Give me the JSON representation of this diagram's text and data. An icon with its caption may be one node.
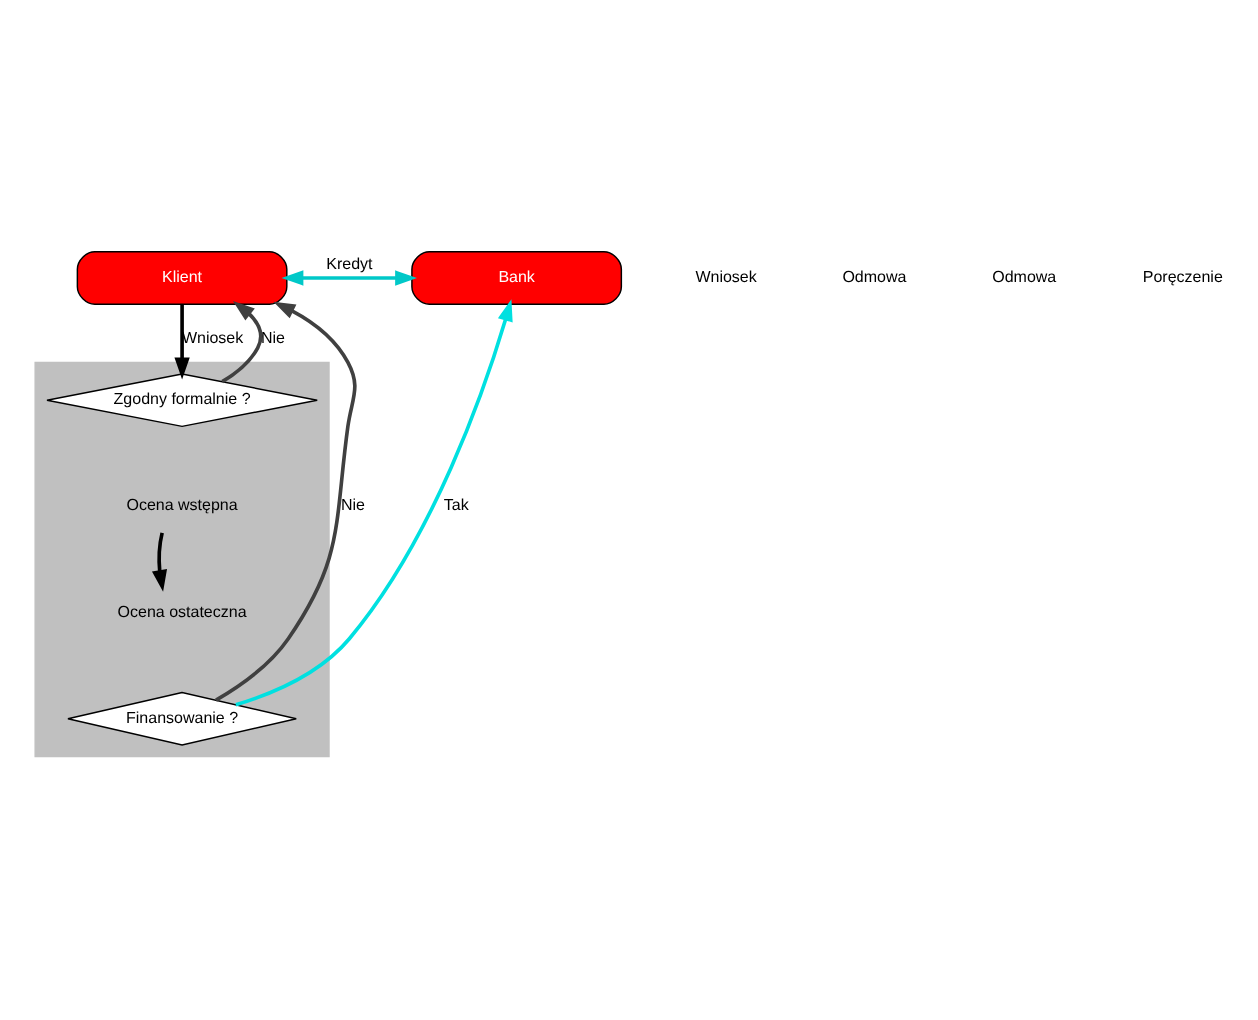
{
  "diagram": {
    "nodes": [
      {
        "text": [
          "Klient"
        ]
      },
      {
        "text": [
          "Bank"
        ]
      },
      {
        "text": [],
        "shape": "box"
      },
      {
        "text": [
          "Zgodny formalnie ?"
        ],
        "in": 2
      },
      {
        "text": [
          "Ocena wstępna"
        ],
        "in": 2
      },
      {
        "text": [
          "Ocena ostateczna"
        ],
        "in": 2
      },
      {
        "text": [
          "Finansowanie ?"
        ],
        "in": 2
      }
    ],
    "edges": [
      {
        "from": 1,
        "to": 0,
        "arrow": "both",
        "label": "Kredyt",
        "color": "#00c8c8"
      },
      {
        "from": 0,
        "to": 3,
        "arrow": "to",
        "label": "Wniosek"
      },
      {
        "from": 4,
        "to": 5,
        "arrow": "to"
      },
      {
        "from": 3,
        "to": 0,
        "arrow": "to",
        "label": "Nie",
        "color": "#404040"
      },
      {
        "from": 6,
        "to": 0,
        "arrow": "to",
        "label": "Nie",
        "color": "#404040"
      },
      {
        "from": 6,
        "to": 1,
        "arrow": "to",
        "label": "Tak",
        "color": "#00e0e0"
      }
    ],
    "labels": [
      "Wniosek",
      "Odmowa",
      "Odmowa",
      "Poręczenie"
    ]
  }
}
